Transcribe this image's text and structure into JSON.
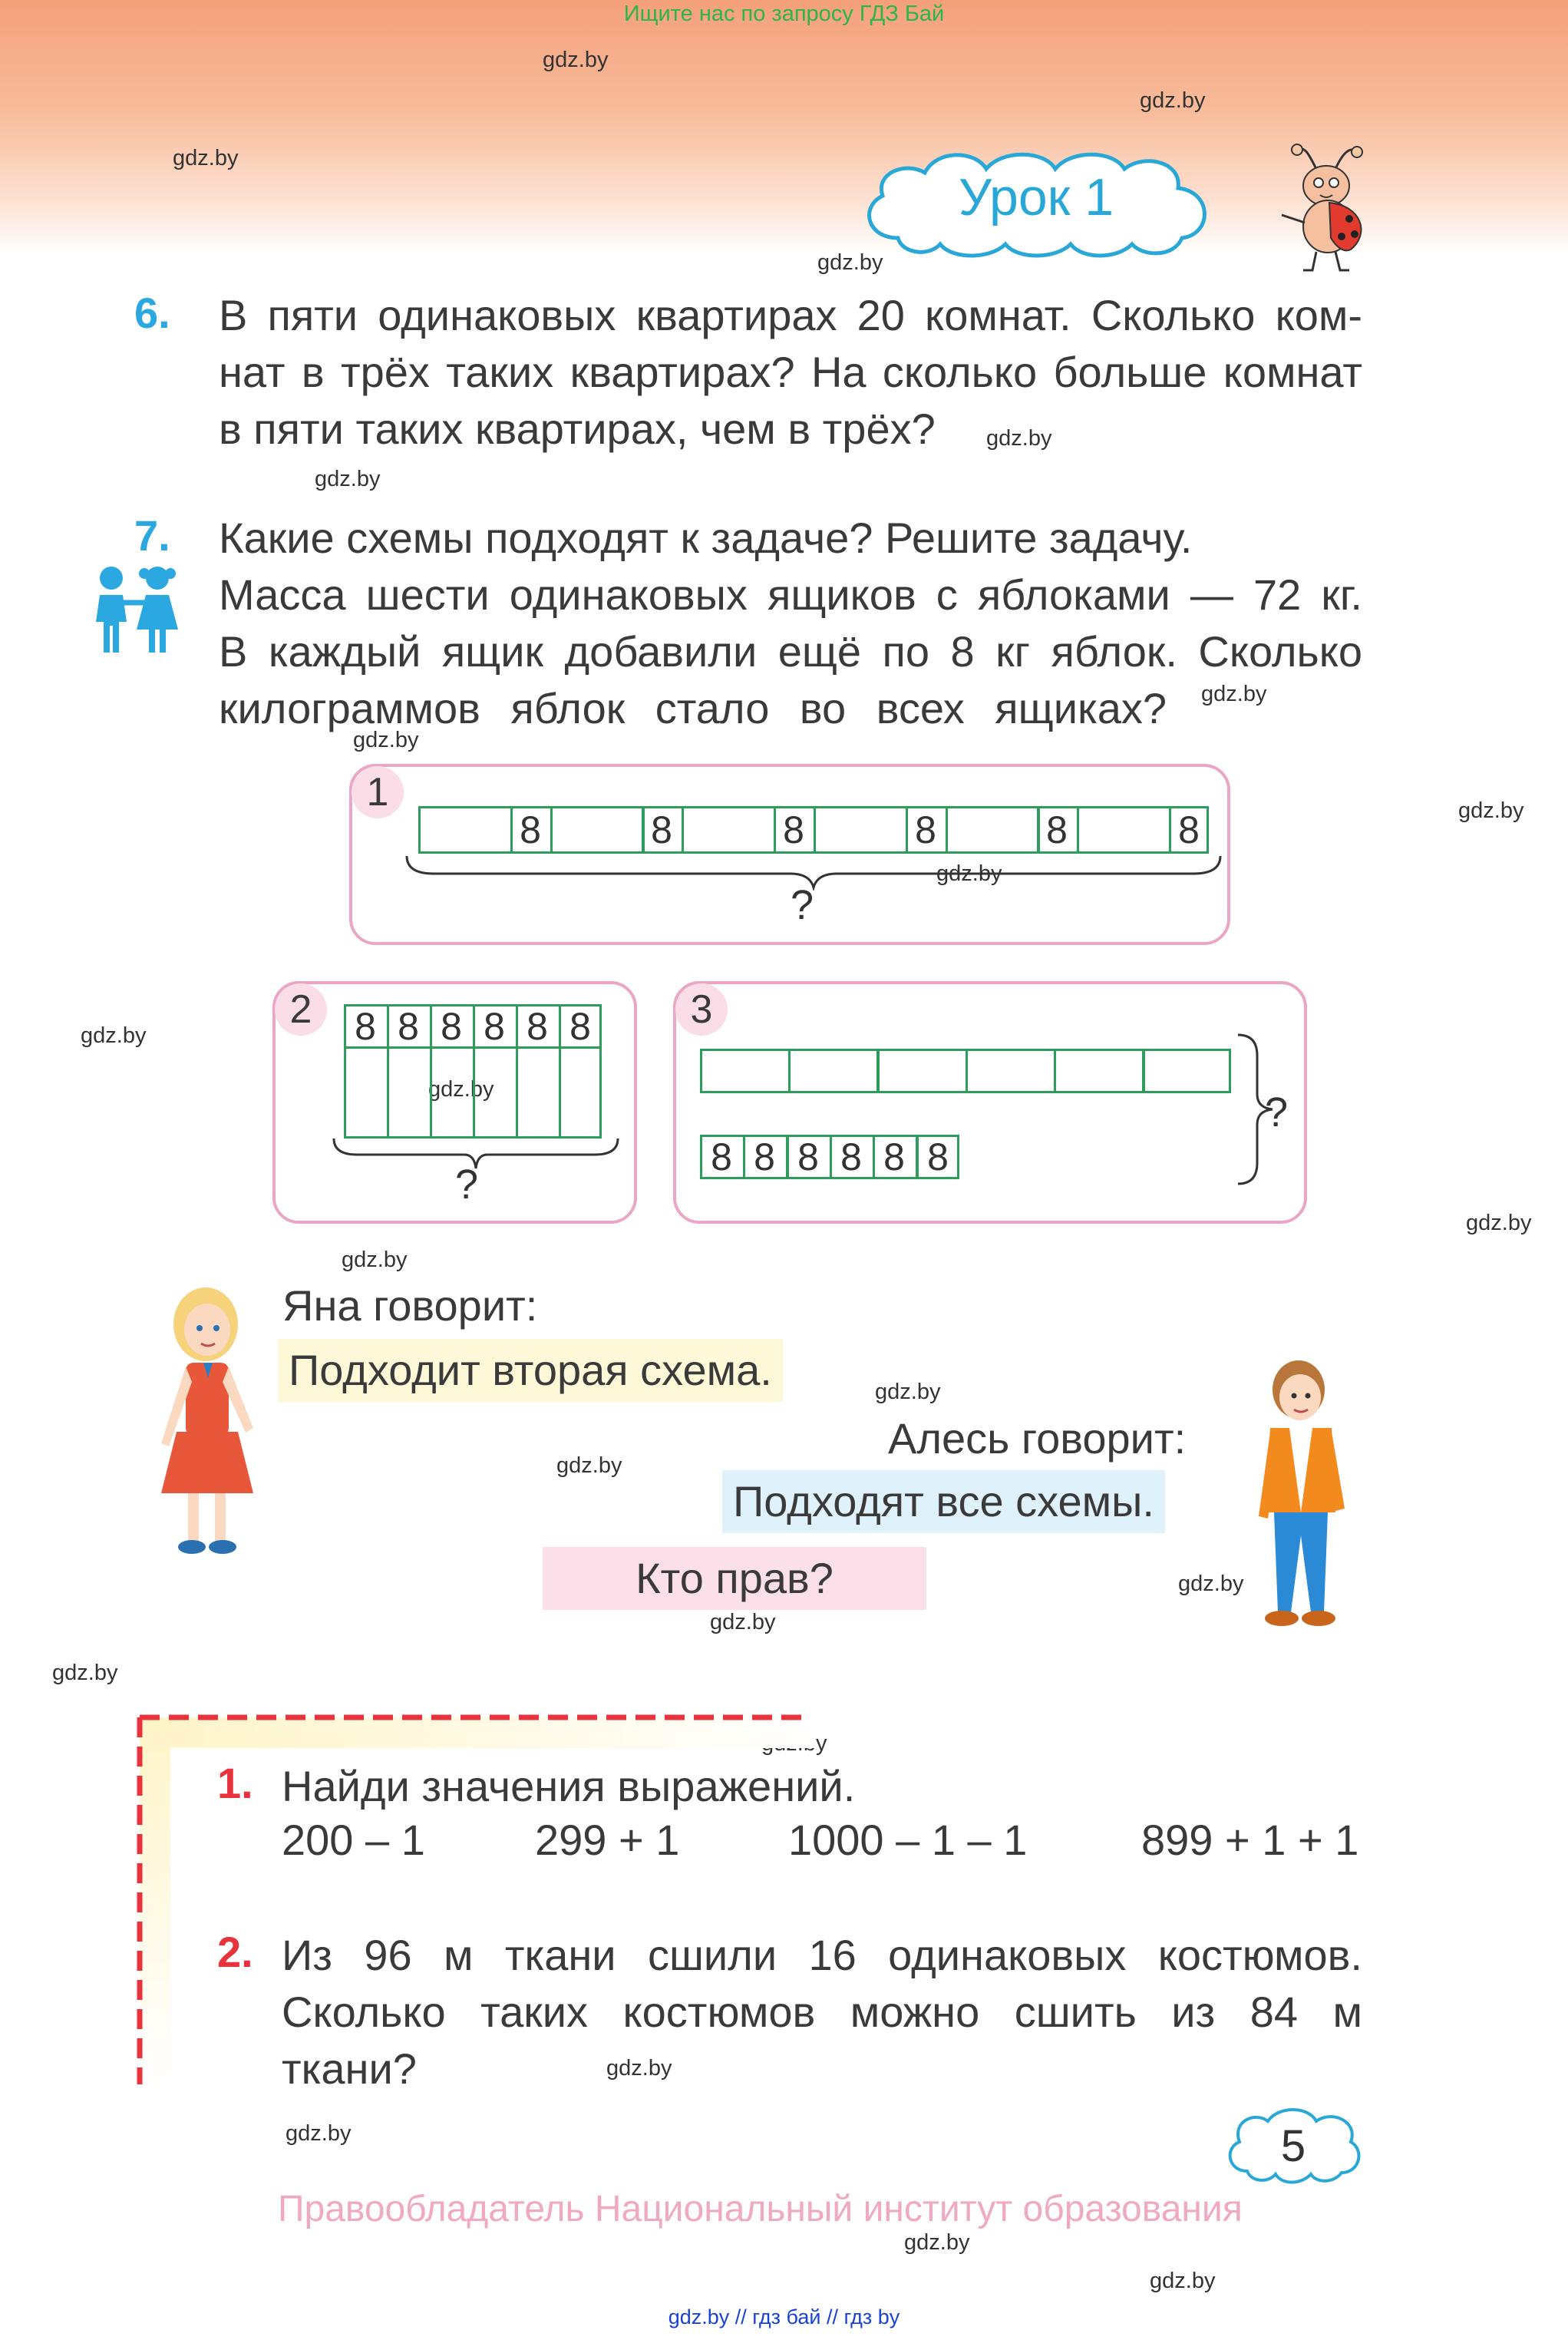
{
  "top_search": "Ищите нас по запросу ГДЗ Бай",
  "watermark": "gdz.by",
  "lesson": {
    "title": "Урок 1"
  },
  "task6": {
    "number": "6.",
    "lines": [
      "В пяти одинаковых квартирах 20 комнат. Сколько ком-",
      "нат в трёх таких квартирах? На сколько больше комнат",
      "в пяти таких квартирах, чем в трёх?"
    ]
  },
  "task7": {
    "number": "7.",
    "lines": [
      "Какие схемы подходят к задаче? Решите задачу.",
      "Масса шести одинаковых ящиков с яблоками — 72 кг.",
      "В каждый ящик добавили ещё по 8 кг яблок. Сколько",
      "килограммов яблок стало во всех ящиках?"
    ]
  },
  "schemes": {
    "scheme1": {
      "label": "1",
      "digit": "8",
      "question": "?"
    },
    "scheme2": {
      "label": "2",
      "digit": "8",
      "question": "?"
    },
    "scheme3": {
      "label": "3",
      "digit": "8",
      "question": "?"
    }
  },
  "dialog": {
    "yana_label": "Яна говорит:",
    "yana_says": "Подходит вторая схема.",
    "ales_label": "Алесь говорит:",
    "ales_says": "Подходят все схемы.",
    "who_right": "Кто прав?"
  },
  "homework": {
    "task1": {
      "number": "1.",
      "text": "Найди значения выражений.",
      "expressions": [
        "200 – 1",
        "299 + 1",
        "1000 – 1 – 1",
        "899 + 1 + 1"
      ]
    },
    "task2": {
      "number": "2.",
      "lines": [
        "Из 96 м ткани сшили 16 одинаковых костюмов.",
        "Сколько таких костюмов можно сшить из 84 м",
        "ткани?"
      ]
    }
  },
  "page_number": "5",
  "footer": {
    "copyright": "Правообладатель Национальный институт образования",
    "links": "gdz.by  //  гдз бай  //  гдз by"
  },
  "colors": {
    "header_gradient_top": "#f4a07a",
    "task_number_blue": "#2aa8df",
    "task_number_red": "#e8323c",
    "scheme_border": "#eaa6c4",
    "cell_border": "#2e9c5c",
    "yana_bubble": "#fdf8d8",
    "ales_bubble": "#dff1fb",
    "who_bubble": "#fbe0ea",
    "copyright": "#f0a9c3"
  }
}
